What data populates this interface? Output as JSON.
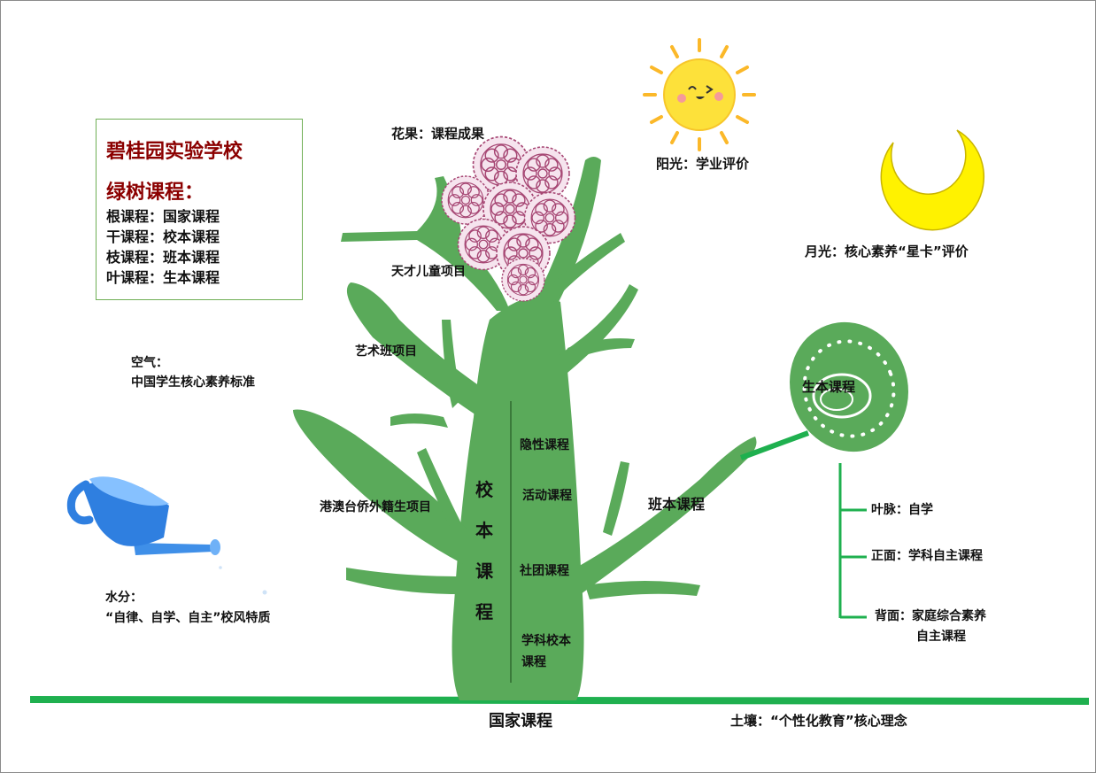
{
  "legend": {
    "school": "碧桂园实验学校",
    "course_title": "绿树课程：",
    "items": [
      "根课程：国家课程",
      "干课程：校本课程",
      "枝课程：班本课程",
      "叶课程：生本课程"
    ]
  },
  "labels": {
    "flowers_fruit": "花果：课程成果",
    "sunlight": "阳光：学业评价",
    "moonlight": "月光：核心素养“星卡”评价",
    "gifted_children": "天才儿童项目",
    "art_class": "艺术班项目",
    "air_title": "空气：",
    "air_desc": "中国学生核心素养标准",
    "hk_macao_taiwan": "港澳台侨外籍生项目",
    "water_title": "水分：",
    "water_desc": "“自律、自学、自主”校风特质",
    "class_course": "班本课程",
    "student_course": "生本课程",
    "national_course": "国家课程",
    "soil": "土壤：“个性化教育”核心理念"
  },
  "trunk": {
    "title_chars": [
      "校",
      "本",
      "课",
      "程"
    ],
    "items": [
      "隐性课程",
      "活动课程",
      "社团课程",
      "学科校本",
      "课程"
    ]
  },
  "leaf_notes": {
    "vein": "叶脉：自学",
    "front": "正面：学科自主课程",
    "back_line1": "背面：家庭综合素养",
    "back_line2": "自主课程"
  },
  "colors": {
    "tree_green": "#5aaa5a",
    "ground_green": "#1fb04f",
    "title_red": "#8b0000",
    "sun_yellow": "#fde13a",
    "moon_yellow": "#fff200",
    "flower_pink": "#a64673",
    "watering_can_blue": "#2f7fe0"
  },
  "icons": [
    "sun-icon",
    "moon-icon",
    "flower-cluster-icon",
    "watering-can-icon",
    "leaf-icon"
  ]
}
